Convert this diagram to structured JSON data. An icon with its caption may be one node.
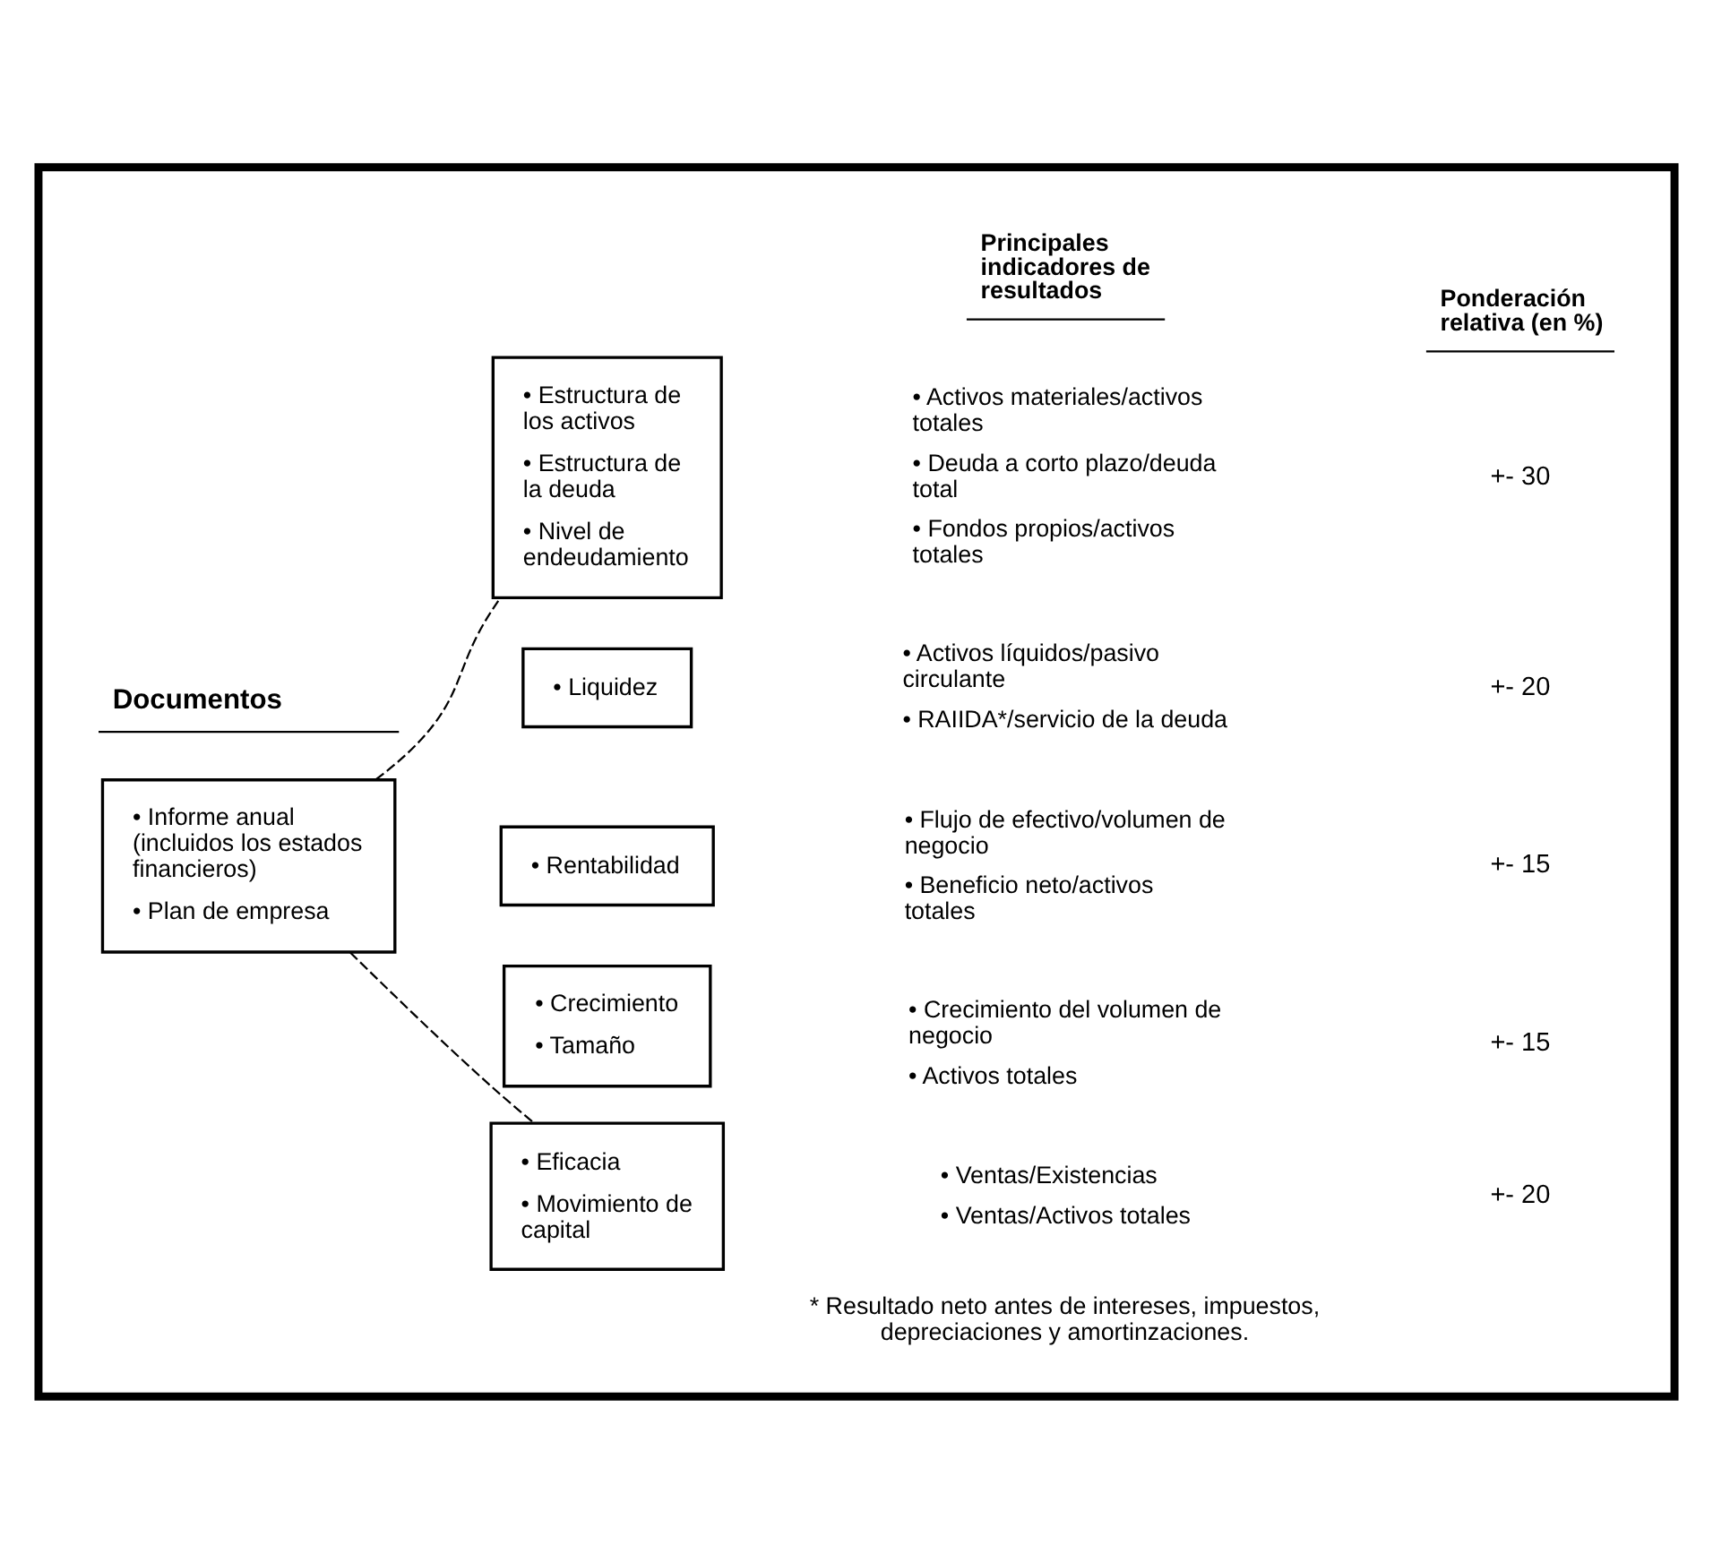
{
  "diagram": {
    "nodes": [
      {
        "text": [],
        "shape": "box"
      },
      {
        "text": [
          "• Informe anual (incluidos los estados financieros)",
          "• Plan de empresa"
        ],
        "in": 0
      },
      {
        "text": [
          "• Estructura de los activos",
          "• Estructura de la deuda",
          "• Nivel de endeudamiento"
        ],
        "in": 0
      },
      {
        "text": [
          "• Liquidez"
        ],
        "in": 0
      },
      {
        "text": [
          "• Rentabilidad"
        ],
        "in": 0
      },
      {
        "text": [
          "• Crecimiento",
          "• Tamaño"
        ],
        "in": 0
      },
      {
        "text": [
          "• Eficacia",
          "• Movimiento de capital"
        ],
        "in": 0
      }
    ],
    "edges": [
      {
        "from": 1,
        "to": 2,
        "arrow": "none",
        "style": "dashed"
      },
      {
        "from": 1,
        "to": 6,
        "arrow": "none",
        "style": "dashed"
      }
    ],
    "labels": [
      "Principales indicadores de resultados",
      "Ponderación relativa (en %)",
      "Documentos",
      "• Activos materiales/activos totales",
      "• Deuda a corto plazo/deuda total",
      "• Fondos propios/activos totales",
      "+- 30",
      "• Activos líquidos/pasivo circulante",
      "+- 20",
      "• RAIIDA*/servicio de la deuda",
      "• Flujo de efectivo/volumen de negocio",
      "+- 15",
      "• Beneficio neto/activos totales",
      "• Crecimiento del volumen de negocio",
      "+- 15",
      "• Activos totales",
      "• Ventas/Existencias",
      "+- 20",
      "• Ventas/Activos totales",
      "* Resultado neto antes de intereses, impuestos, depreciaciones y amortinzaciones."
    ]
  }
}
